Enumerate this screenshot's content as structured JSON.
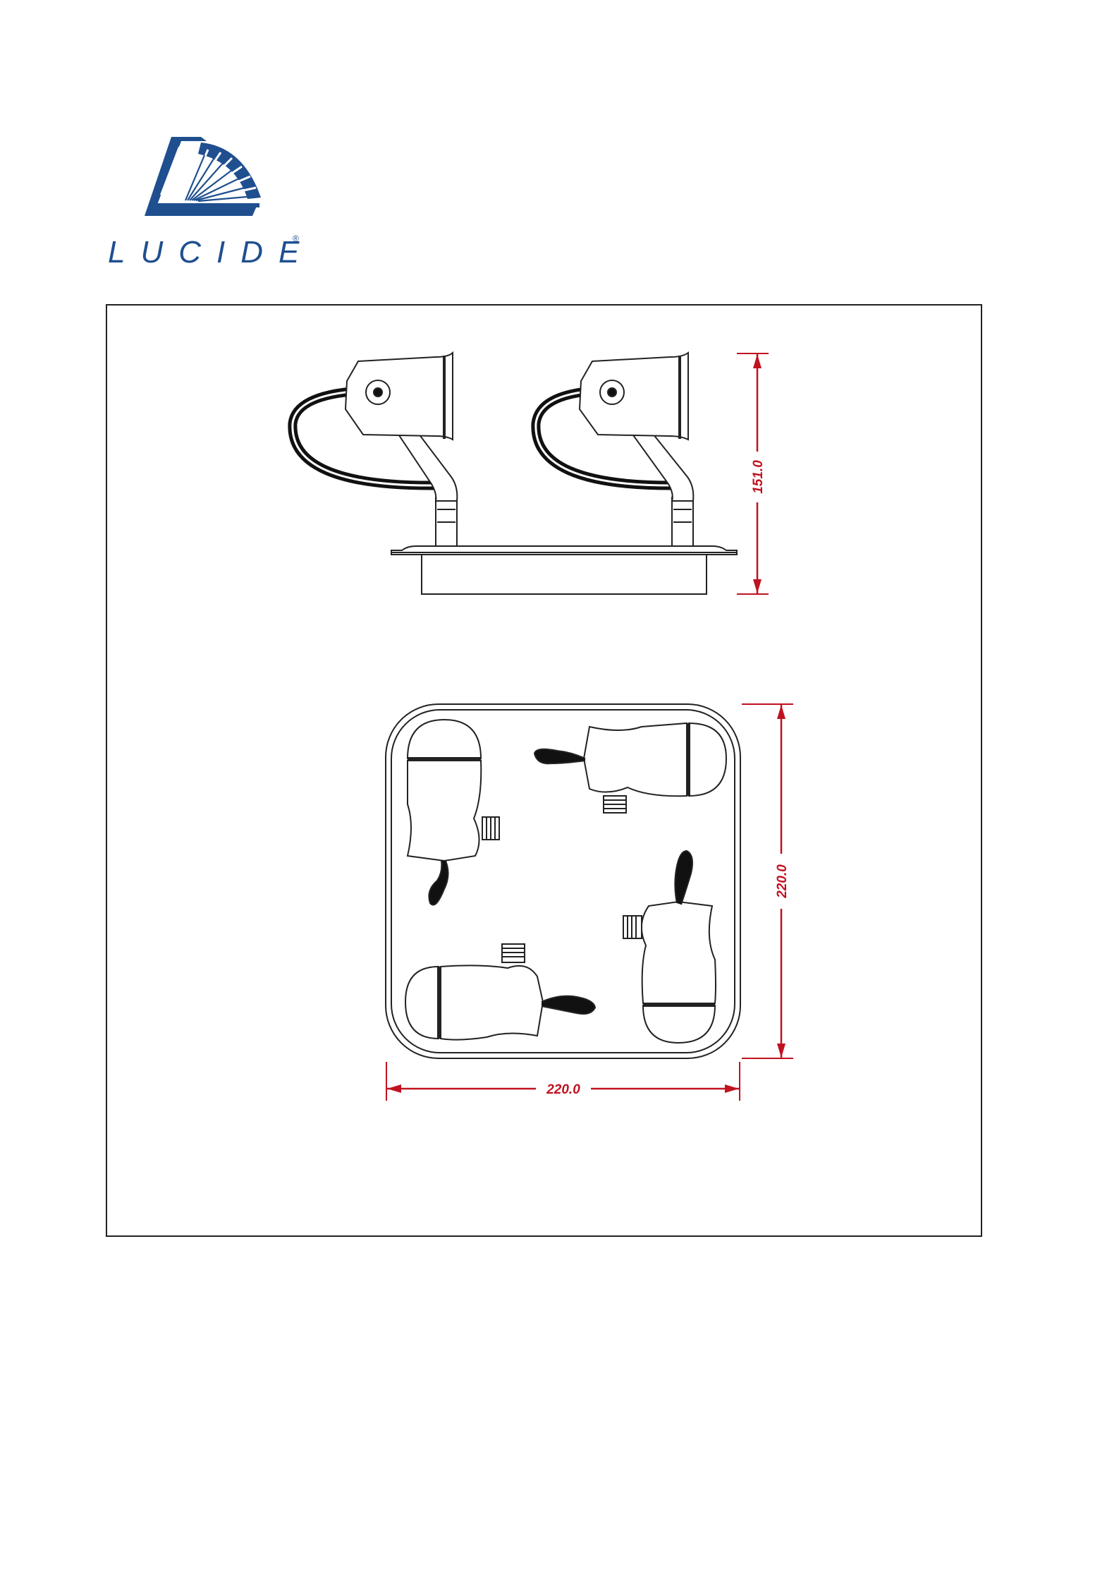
{
  "brand": {
    "name": "LUCIDE",
    "registered_mark": "®",
    "color": "#1f4f8f"
  },
  "dimensions": {
    "height_label": "151.0",
    "depth_label": "220.0",
    "width_label": "220.0",
    "color": "#c0121f"
  }
}
